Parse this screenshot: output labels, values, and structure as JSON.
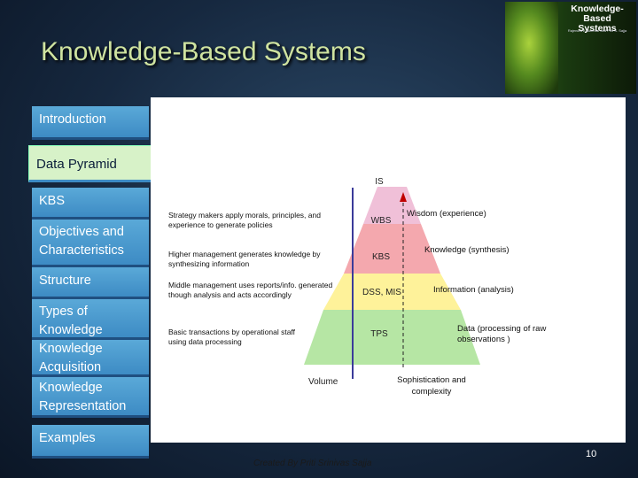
{
  "slide": {
    "title": "Knowledge-Based  Systems",
    "page_number": "10",
    "credit": "Created By Priti Srinivas Sajja"
  },
  "book_cover": {
    "title_line1": "Knowledge-Based",
    "title_line2": "Systems",
    "authors": "Rajendra A. Akerkar and Priti S. Sajja"
  },
  "nav": {
    "items": [
      {
        "label": "Introduction"
      },
      {
        "label": "Data Pyramid"
      },
      {
        "label": "KBS"
      },
      {
        "label": "Objectives and Characteristics"
      },
      {
        "label": "Structure"
      },
      {
        "label": "Types of Knowledge"
      },
      {
        "label": "Knowledge Acquisition"
      },
      {
        "label": "Knowledge Representation"
      },
      {
        "label": "Examples"
      }
    ]
  },
  "pyramid": {
    "top_label": "IS",
    "levels": [
      {
        "name": "WBS",
        "description": "Strategy makers apply morals, principles, and experience to generate policies",
        "right_label": "Wisdom (experience)",
        "color": "#f0c0d8"
      },
      {
        "name": "KBS",
        "description": "Higher management generates knowledge by synthesizing information",
        "right_label": "Knowledge (synthesis)",
        "color": "#f4a8ae"
      },
      {
        "name": "DSS, MIS",
        "description": "Middle management uses reports/info. generated though analysis and acts accordingly",
        "right_label": "Information (analysis)",
        "color": "#fef29a"
      },
      {
        "name": "TPS",
        "description": "Basic transactions by operational staff using data processing",
        "right_label": "Data (processing of raw observations )",
        "color": "#b6e6a4"
      }
    ],
    "volume_label": "Volume",
    "sophistication_label": "Sophistication and complexity",
    "colors": {
      "axis": "#3b3b9a",
      "dashed": "#222222",
      "arrow": "#c00000"
    }
  }
}
